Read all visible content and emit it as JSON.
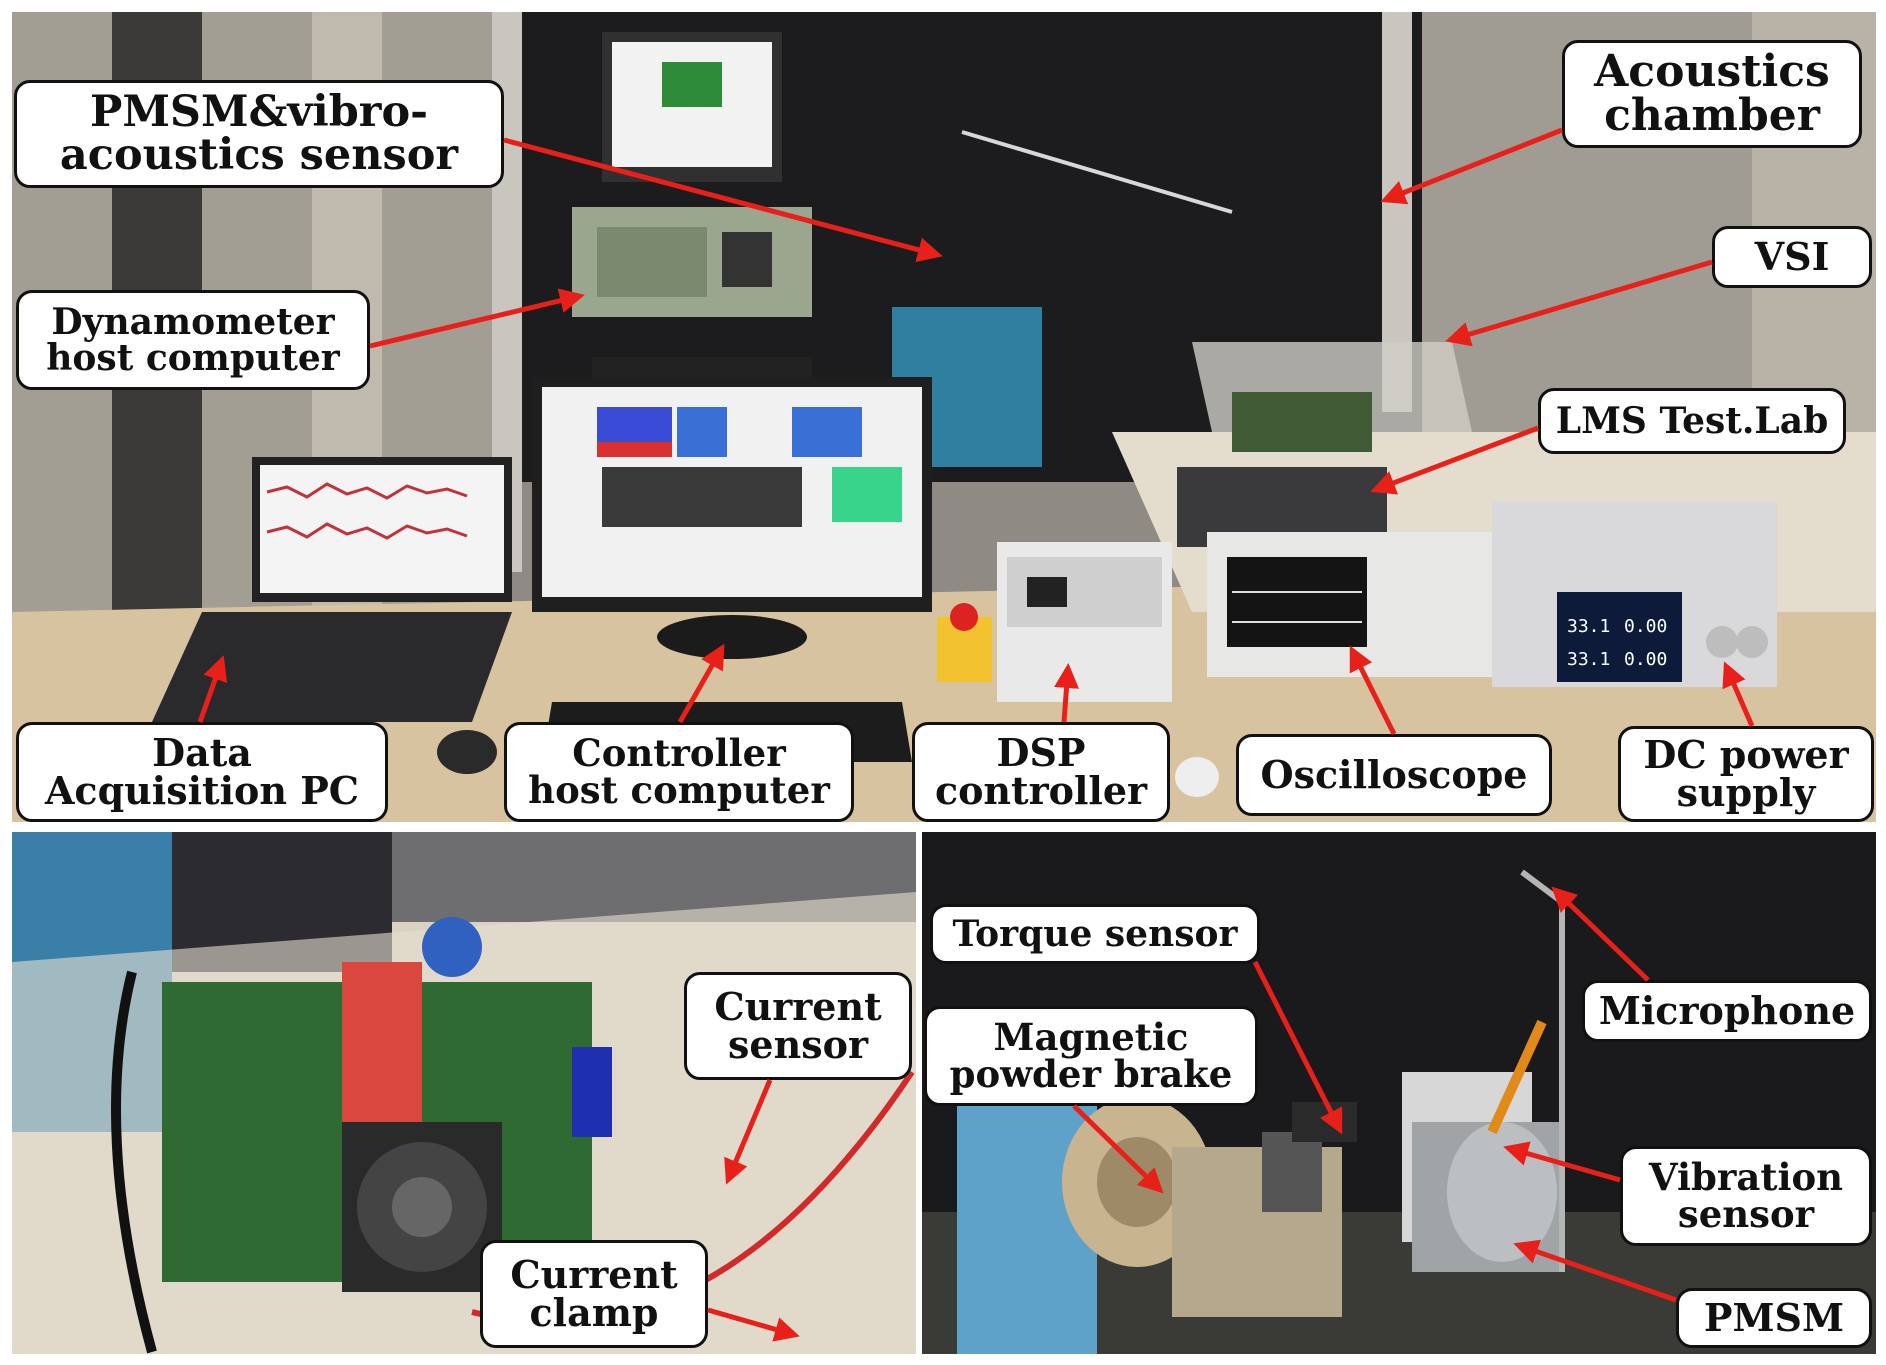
{
  "top_panel": {
    "labels": {
      "pmsm_sensor": [
        "PMSM&vibro-",
        "acoustics sensor"
      ],
      "acoustics_chamber": [
        "Acoustics",
        "chamber"
      ],
      "vsi": [
        "VSI"
      ],
      "dynamometer_host": [
        "Dynamometer",
        "host computer"
      ],
      "lms_testlab": [
        "LMS Test.Lab"
      ],
      "data_acquisition_pc": [
        "Data",
        "Acquisition PC"
      ],
      "controller_host": [
        "Controller",
        "host computer"
      ],
      "dsp_controller": [
        "DSP",
        "controller"
      ],
      "oscilloscope": [
        "Oscilloscope"
      ],
      "dc_power_supply": [
        "DC power",
        "supply"
      ]
    },
    "power_supply_display": {
      "v1": "33.1",
      "a1": "0.00",
      "v2": "33.1",
      "a2": "0.00"
    }
  },
  "bottom_left_panel": {
    "labels": {
      "current_sensor": [
        "Current",
        "sensor"
      ],
      "current_clamp": [
        "Current",
        "clamp"
      ]
    }
  },
  "bottom_right_panel": {
    "labels": {
      "torque_sensor": [
        "Torque sensor"
      ],
      "magnetic_powder_brake": [
        "Magnetic",
        "powder brake"
      ],
      "microphone": [
        "Microphone"
      ],
      "vibration_sensor": [
        "Vibration",
        "sensor"
      ],
      "pmsm": [
        "PMSM"
      ]
    }
  },
  "colors": {
    "arrow": "#e8201a",
    "callout_border": "#111111",
    "wall": "#9a958c",
    "chamber": "#1b1b1e",
    "desk": "#d9c4a3"
  }
}
